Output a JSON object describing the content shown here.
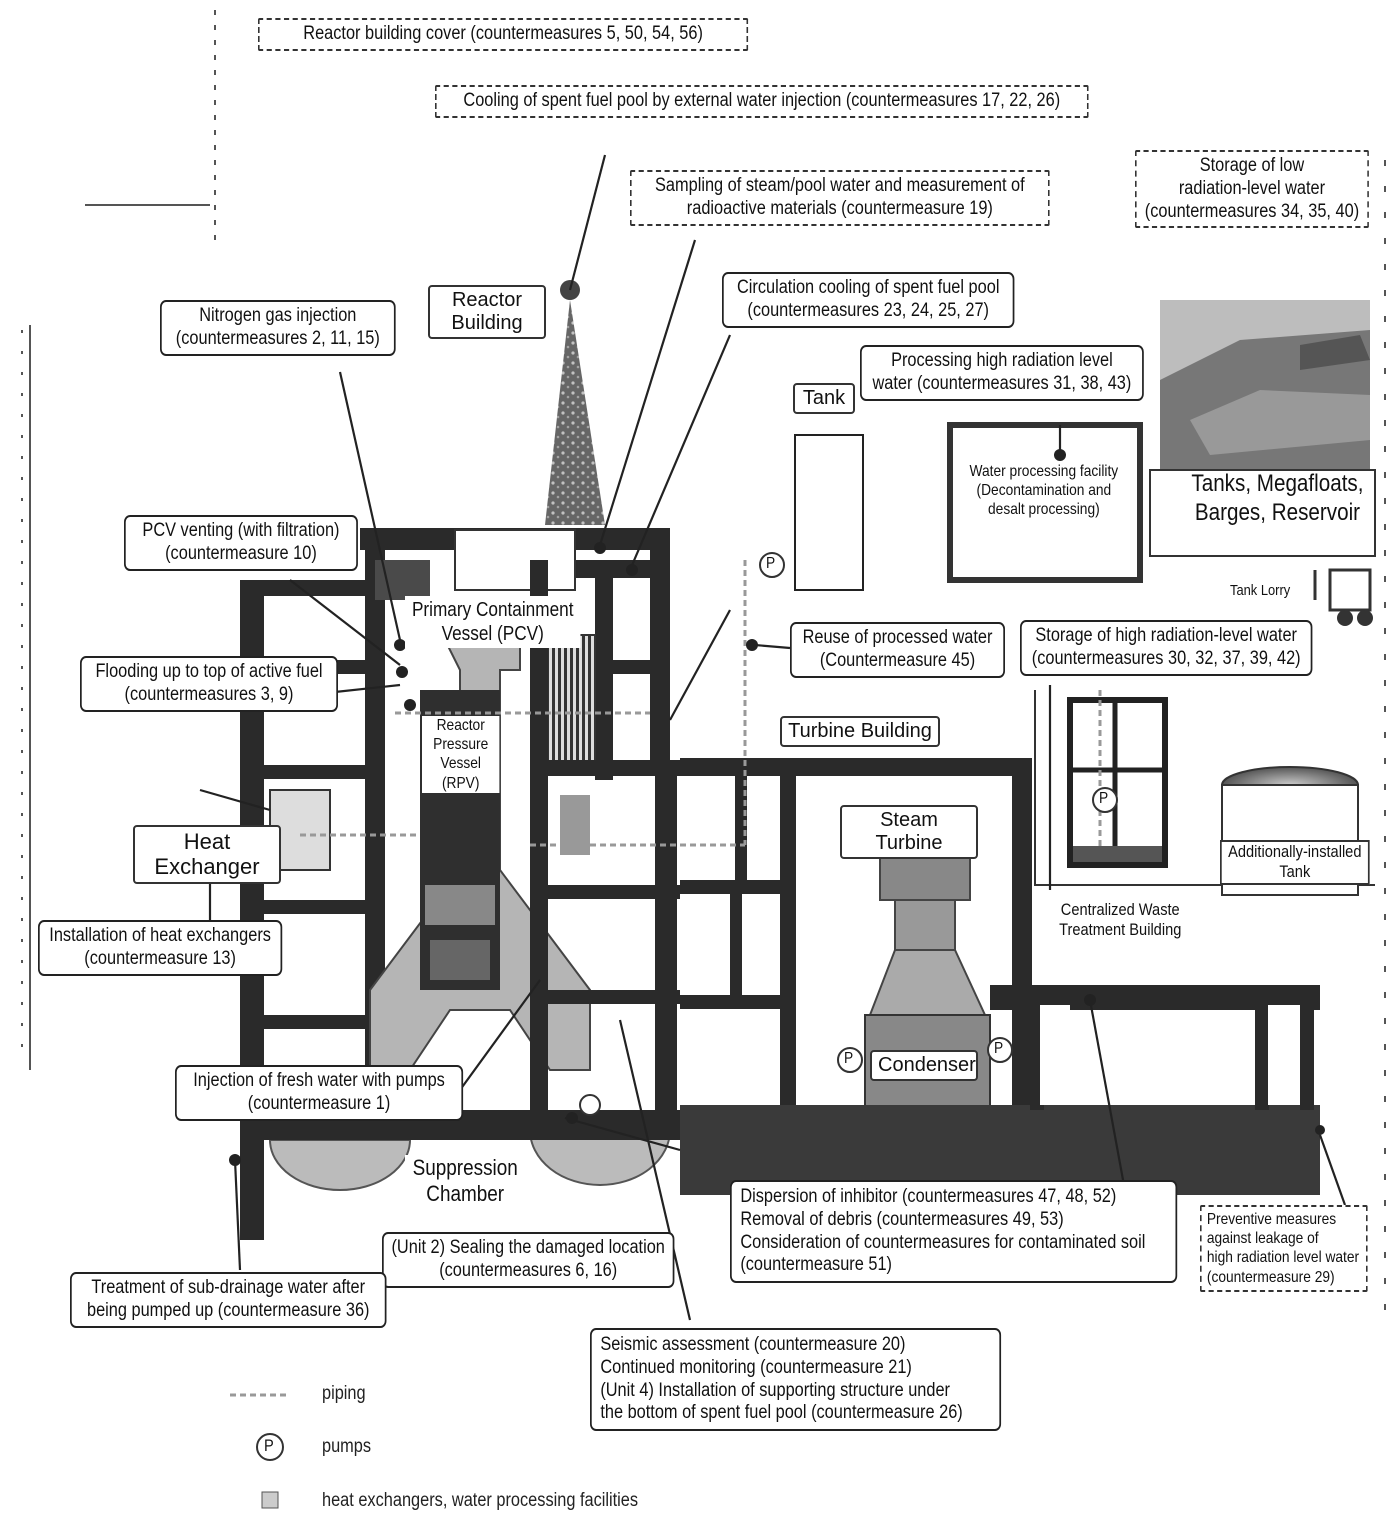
{
  "callouts": {
    "reactor_cover": "Reactor building cover (countermeasures 5, 50, 54, 56)",
    "external_injection": "Cooling of spent fuel pool by external water injection (countermeasures 17, 22, 26)",
    "sampling": [
      "Sampling of steam/pool water and measurement of",
      "radioactive materials (countermeasure 19)"
    ],
    "storage_low": [
      "Storage of low",
      "radiation-level water",
      "(countermeasures 34, 35, 40)"
    ],
    "nitrogen": [
      "Nitrogen gas injection",
      "(countermeasures 2, 11, 15)"
    ],
    "circulation": [
      "Circulation cooling of spent fuel pool",
      "(countermeasures 23, 24, 25, 27)"
    ],
    "processing_high": [
      "Processing high radiation level",
      "water (countermeasures 31, 38, 43)"
    ],
    "pcv_venting": [
      "PCV venting (with filtration)",
      "(countermeasure 10)"
    ],
    "flooding": [
      "Flooding up to top of active fuel",
      "(countermeasures 3, 9)"
    ],
    "reuse": [
      "Reuse of processed water",
      "(Countermeasure 45)"
    ],
    "storage_high": [
      "Storage of high radiation-level water",
      "(countermeasures 30, 32, 37, 39, 42)"
    ],
    "heat_exchangers": [
      "Installation of heat exchangers",
      "(countermeasure 13)"
    ],
    "fresh_water": [
      "Injection of fresh water with pumps",
      "(countermeasure 1)"
    ],
    "sealing": [
      "(Unit 2) Sealing the damaged location",
      "(countermeasures 6, 16)"
    ],
    "dispersion": [
      "Dispersion of inhibitor (countermeasures 47, 48, 52)",
      "Removal of debris (countermeasures 49, 53)",
      "Consideration of countermeasures for contaminated soil",
      "(countermeasure 51)"
    ],
    "preventive": [
      "Preventive measures",
      "against leakage of",
      "high radiation level water",
      "(countermeasure 29)"
    ],
    "subdrainage": [
      "Treatment of sub-drainage water after",
      "being pumped up (countermeasure 36)"
    ],
    "seismic": [
      "Seismic assessment (countermeasure 20)",
      "Continued monitoring (countermeasure 21)",
      "(Unit 4) Installation of supporting structure under",
      "the bottom of spent fuel pool (countermeasure 26)"
    ]
  },
  "labels": {
    "reactor_building": [
      "Reactor",
      "Building"
    ],
    "tank": "Tank",
    "water_facility": [
      "Water processing facility",
      "(Decontamination and",
      "desalt processing)"
    ],
    "tanks_megafloats": [
      "Tanks, Megafloats,",
      "Barges, Reservoir"
    ],
    "tank_lorry": "Tank Lorry",
    "pcv": [
      "Primary Containment",
      "Vessel (PCV)"
    ],
    "rpv": [
      "Reactor",
      "Pressure",
      "Vessel",
      "(RPV)"
    ],
    "turbine_building": "Turbine Building",
    "steam_turbine": "Steam Turbine",
    "heat_exchanger": "Heat Exchanger",
    "additional_tank": [
      "Additionally-installed",
      "Tank"
    ],
    "centralized_waste": [
      "Centralized Waste",
      "Treatment Building"
    ],
    "condenser": "Condenser",
    "suppression": [
      "Suppression",
      "Chamber"
    ],
    "pump_p": "P"
  },
  "legend": {
    "piping": "piping",
    "pumps": "pumps",
    "heat": "heat exchangers, water processing facilities",
    "pump_symbol": "P"
  }
}
